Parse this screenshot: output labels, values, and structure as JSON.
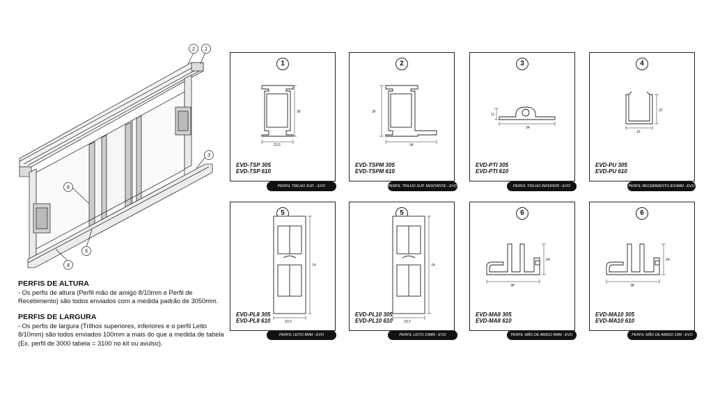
{
  "assembly": {
    "callouts": [
      "1",
      "2",
      "3",
      "4",
      "5",
      "6"
    ]
  },
  "notes": {
    "height_title": "PERFIS DE ALTURA",
    "height_text": " - Os perfis de altura (Perfil mão de amigo 8/10mm e Perfil de Recebimento) são todos enviados com a medida padrão de 3050mm.",
    "width_title": "PERFIS DE LARGURA",
    "width_text": " - Os perfis de largura (Trilhos superiores, inferiores e o perfil Leito 8/10mm) são todos enviados 100mm a mais do que a medida de tabela (Ex. perfil de 3000 tabela = 3100 no kit ou avulso)."
  },
  "cards": [
    {
      "num": "1",
      "codes": [
        "EVD-TSP 305",
        "EVD-TSP 610"
      ],
      "label": "PERFIL TRILHO SUP. - EVO",
      "dims": [
        "23,5",
        "36"
      ]
    },
    {
      "num": "2",
      "codes": [
        "EVD-TSPM 305",
        "EVD-TSPM 610"
      ],
      "label": "PERFIL TRILHO SUP. MONTANTE - EVO",
      "dims": [
        "36",
        "34"
      ]
    },
    {
      "num": "3",
      "codes": [
        "EVD-PTI 305",
        "EVD-PTI 610"
      ],
      "label": "PERFIL TRILHO INFERIOR - EVO",
      "dims": [
        "11",
        "34"
      ]
    },
    {
      "num": "4",
      "codes": [
        "EVD-PU 305",
        "EVD-PU 610"
      ],
      "label": "PERFIL RECEBIMENTO 8/10MM - EVO",
      "dims": [
        "22",
        "16"
      ]
    },
    {
      "num": "5",
      "codes": [
        "EVD-PL8 305",
        "EVD-PL8 610"
      ],
      "label": "PERFIL LEITO 8MM - EVO",
      "dims": [
        "74",
        "23,5"
      ]
    },
    {
      "num": "5",
      "codes": [
        "EVD-PL10 305",
        "EVD-PL10 610"
      ],
      "label": "PERFIL LEITO 10MM - EVO",
      "dims": [
        "74",
        "23,5"
      ]
    },
    {
      "num": "6",
      "codes": [
        "EVD-MA8 305",
        "EVD-MA8 610"
      ],
      "label": "PERFIL MÃO DE AMIGO 8MM - EVO",
      "dims": [
        "24",
        "38"
      ]
    },
    {
      "num": "6",
      "codes": [
        "EVD-MA10 305",
        "EVD-MA10 610"
      ],
      "label": "PERFIL MÃO DE AMIGO 10M - EVO",
      "dims": [
        "24",
        "38"
      ]
    }
  ]
}
